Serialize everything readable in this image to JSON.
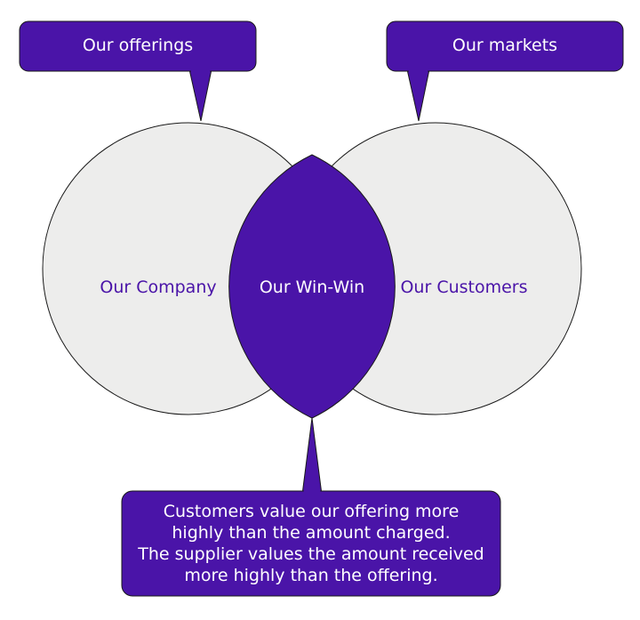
{
  "colors": {
    "purple": "#4a14a8",
    "circle_fill": "#ededec",
    "outline": "#1a1a1a",
    "white": "#ffffff"
  },
  "callouts": {
    "offerings": "Our offerings",
    "markets": "Our markets"
  },
  "circles": {
    "left": "Our Company",
    "right": "Our Customers",
    "overlap": "Our Win-Win"
  },
  "bottom_callout": {
    "lines": [
      "Customers value our offering more",
      "highly than the amount charged.",
      "The supplier values the amount received",
      "more highly than the offering."
    ]
  }
}
